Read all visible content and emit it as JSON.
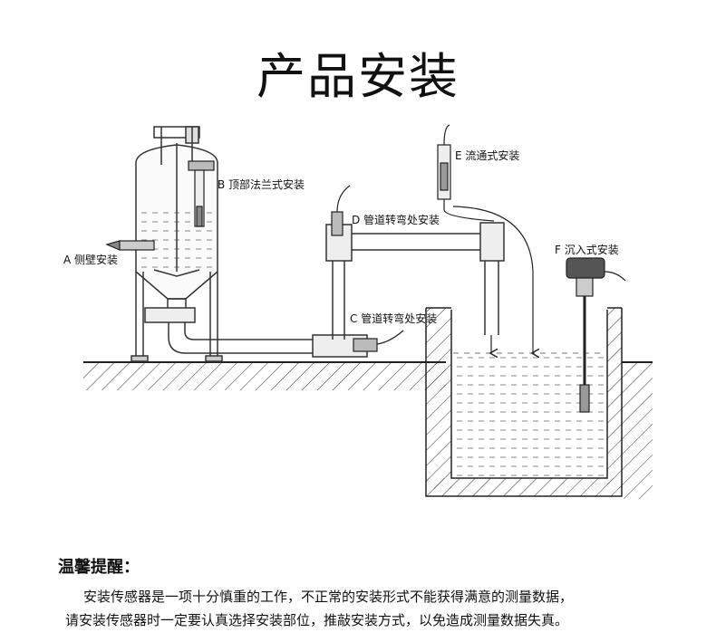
{
  "title": "产品安装",
  "labels": {
    "a": "A 侧壁安装",
    "b": "B 顶部法兰式安装",
    "c": "C 管道转弯处安装",
    "d": "D 管道转弯处安装",
    "e": "E 流通式安装",
    "f": "F 沉入式安装"
  },
  "tips": {
    "heading": "温馨提醒：",
    "line1": "安装传感器是一项十分慎重的工作，不正常的安装形式不能获得满意的测量数据，",
    "line2": "请安装传感器时一定要认真选择安装部位，推敲安装方式，以免造成测量数据失真。"
  }
}
